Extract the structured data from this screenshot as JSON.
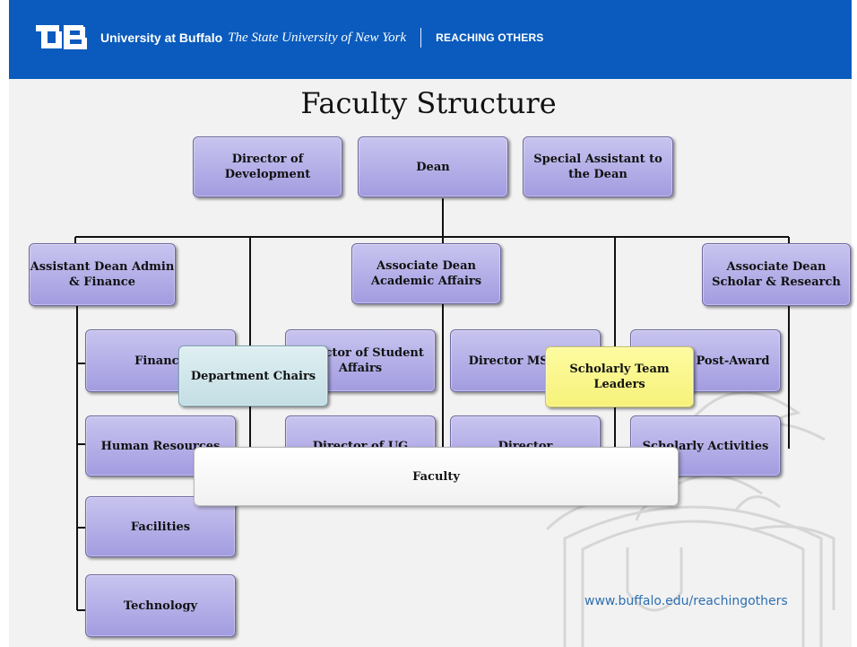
{
  "header": {
    "university": "University at Buffalo",
    "subtitle": "The State University of New York",
    "tagline": "REACHING OTHERS"
  },
  "title": "Faculty Structure",
  "boxes": {
    "director_development": "Director of Development",
    "dean": "Dean",
    "special_assistant": "Special Assistant to the Dean",
    "asst_dean_admin": "Assistant Dean Admin & Finance",
    "assoc_dean_academic": "Associate Dean Academic Affairs",
    "assoc_dean_scholar": "Associate Dean Scholar & Research",
    "finance": "Finance",
    "human_resources": "Human Resources",
    "facilities": "Facilities",
    "technology": "Technology",
    "director_student_affairs": "Director of Student Affairs",
    "director_ug": "Director of UG",
    "director_ms_dnp": "Director MS/DNP",
    "director": "Director",
    "pre_post_award": "Pre and Post-Award",
    "scholarly_activities": "Scholarly Activities",
    "department_chairs": "Department Chairs",
    "scholarly_team_leaders": "Scholarly Team Leaders",
    "faculty": "Faculty"
  },
  "footer_url": "www.buffalo.edu/reachingothers",
  "colors": {
    "header_blue": "#0a5bbd",
    "box_purple": "#b3aee8",
    "box_light_blue": "#d4e8ec",
    "box_yellow": "#f9f58a",
    "url_blue": "#2e6fb0"
  }
}
